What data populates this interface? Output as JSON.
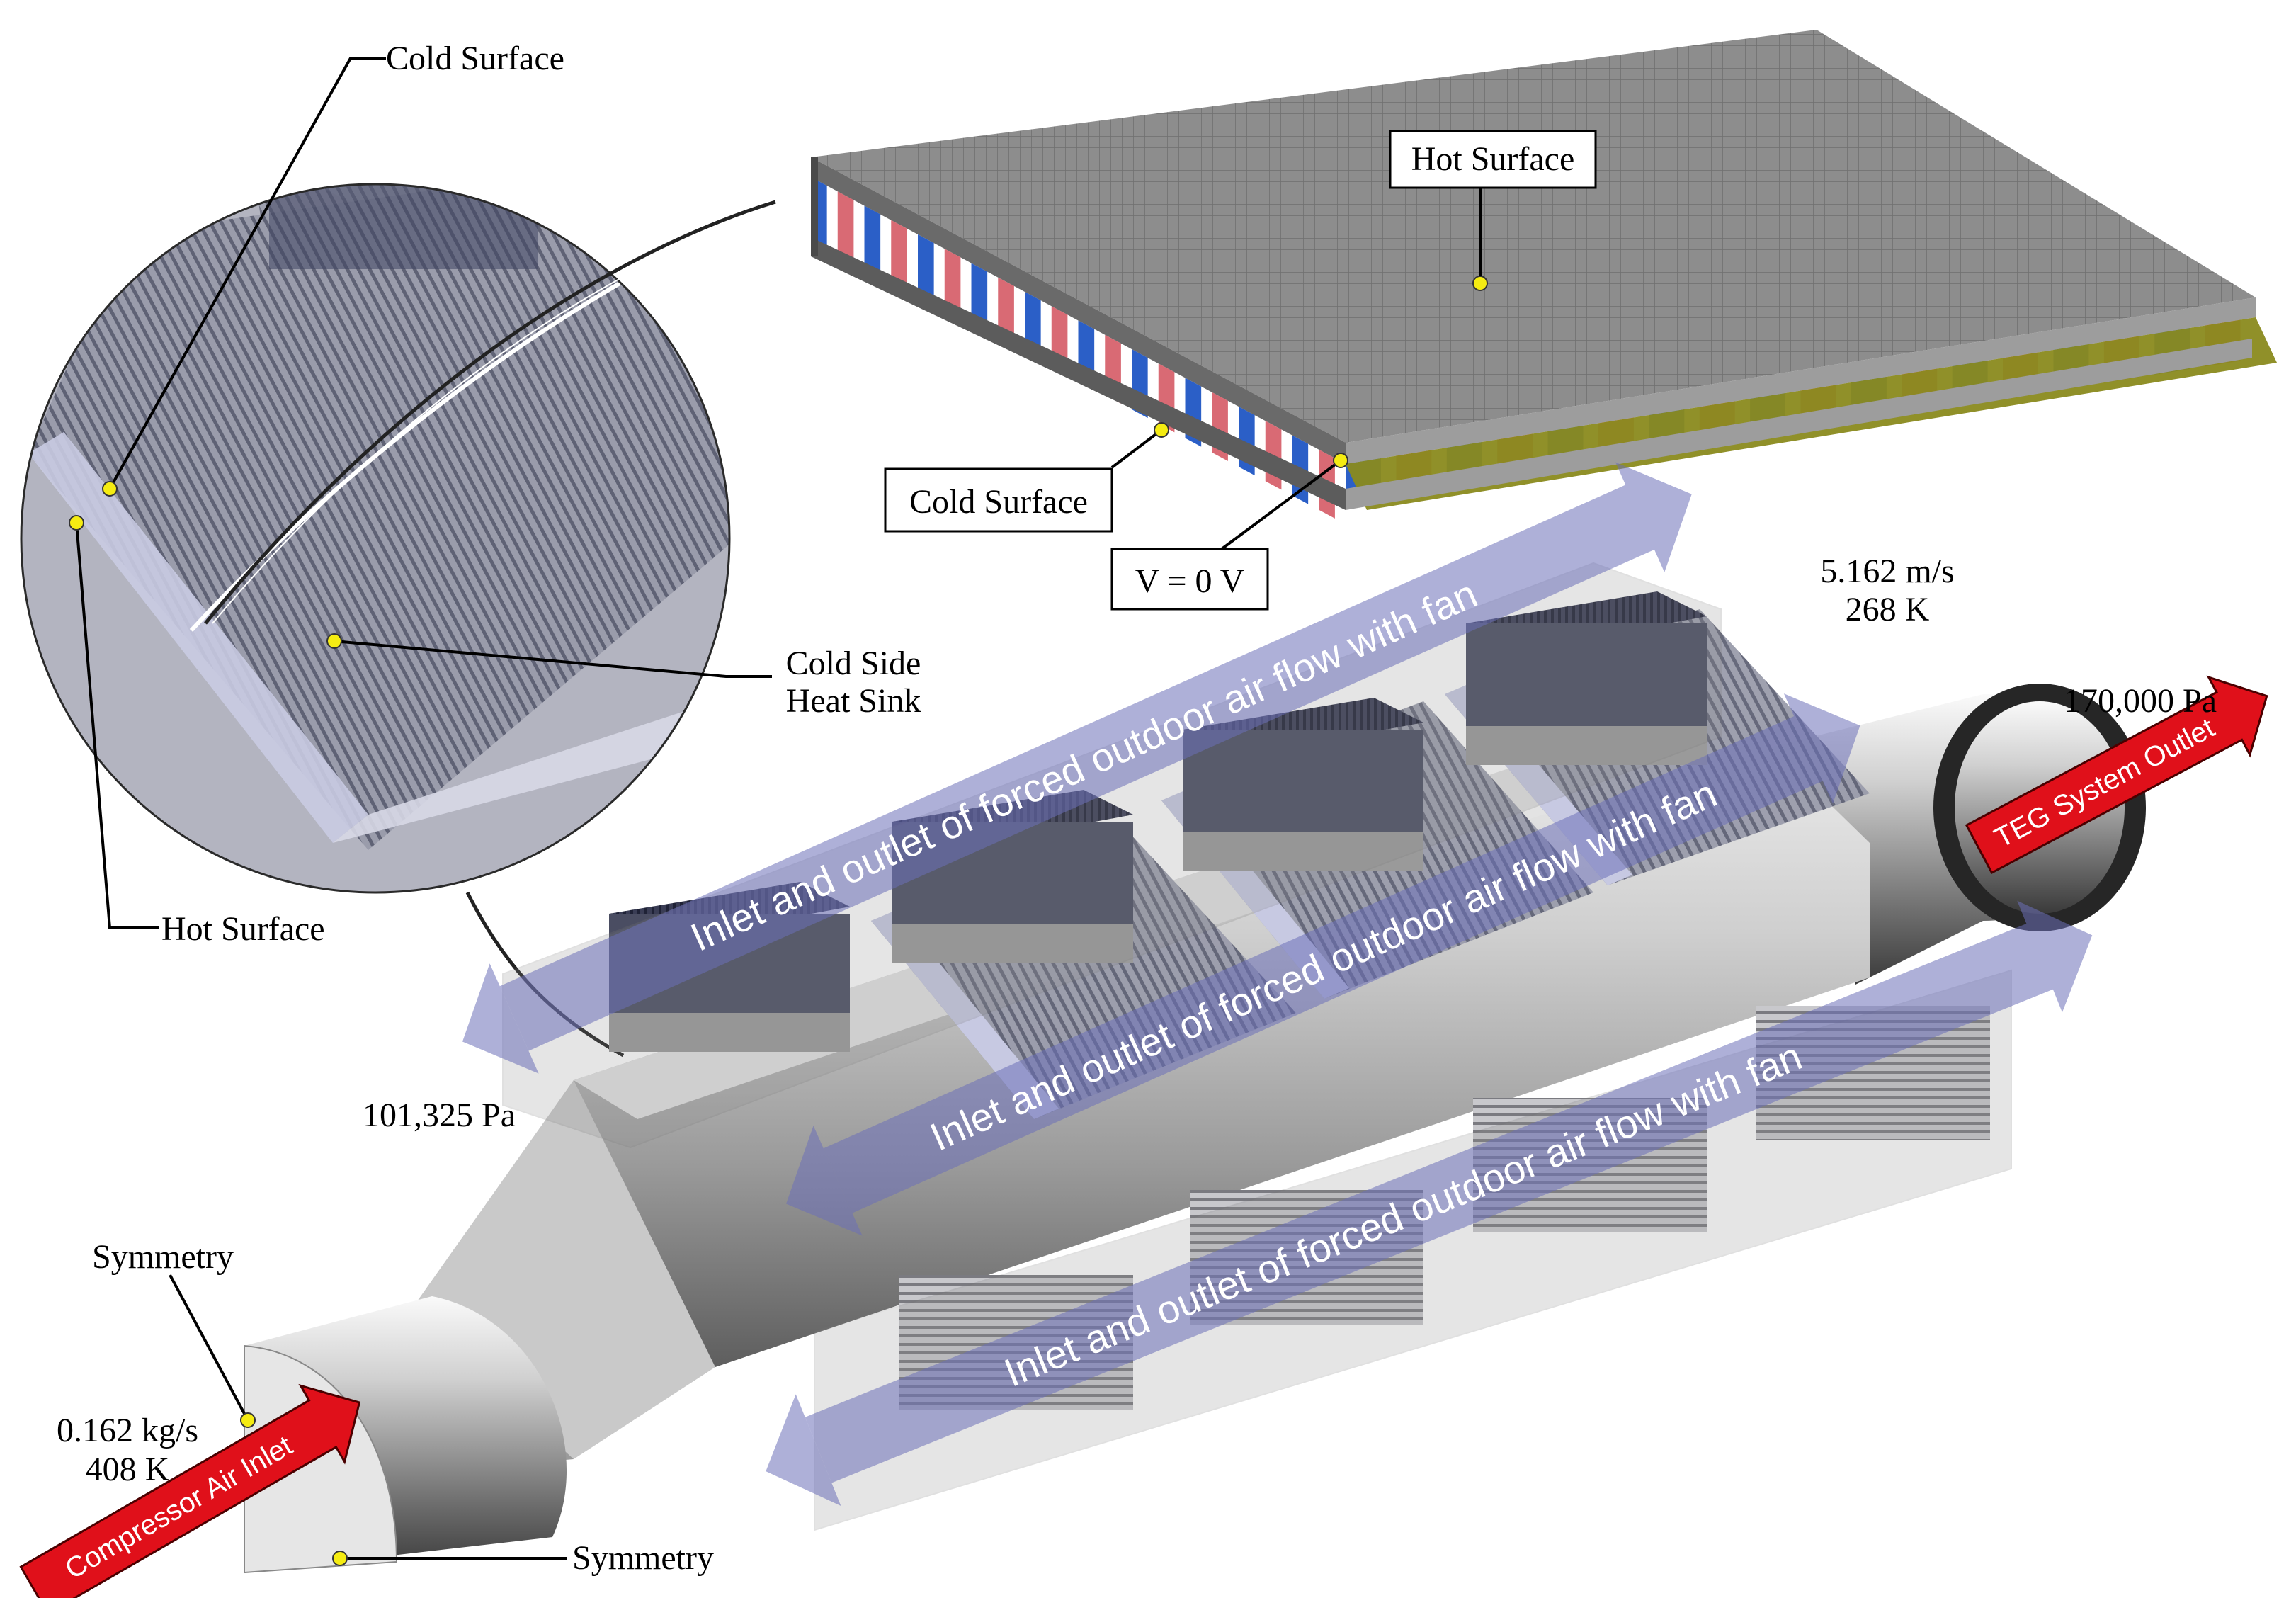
{
  "labels": {
    "zoom_cold_surface": "Cold Surface",
    "zoom_hot_surface": "Hot Surface",
    "cold_side_heat_sink_line1": "Cold Side",
    "cold_side_heat_sink_line2": "Heat Sink",
    "teg_hot_surface": "Hot Surface",
    "teg_cold_surface": "Cold Surface",
    "teg_voltage_ref": "V = 0 V",
    "fan_velocity": "5.162 m/s",
    "fan_temperature": "268 K",
    "outlet_pressure": "170,000 Pa",
    "ambient_pressure": "101,325 Pa",
    "symmetry_top": "Symmetry",
    "symmetry_bottom": "Symmetry",
    "inlet_mass_flow": "0.162 kg/s",
    "inlet_temperature": "408 K"
  },
  "arrows": {
    "teg_outlet": "TEG System Outlet",
    "compressor_inlet": "Compressor Air Inlet",
    "fan_flow_1": "Inlet and outlet of forced outdoor air flow with fan",
    "fan_flow_2": "Inlet and outlet of forced outdoor air flow with fan",
    "fan_flow_3": "Inlet and outlet of forced outdoor air flow with fan"
  },
  "colors": {
    "n_type_leg": "#2b5fc7",
    "p_type_leg": "#d96a74",
    "ceramic_plate": "#8c8c8c",
    "electrode": "#8a8a1e",
    "marker_dot": "#f5ec12",
    "outlet_arrow": "#e0101a",
    "flow_arrow": "#6b6fb8"
  }
}
